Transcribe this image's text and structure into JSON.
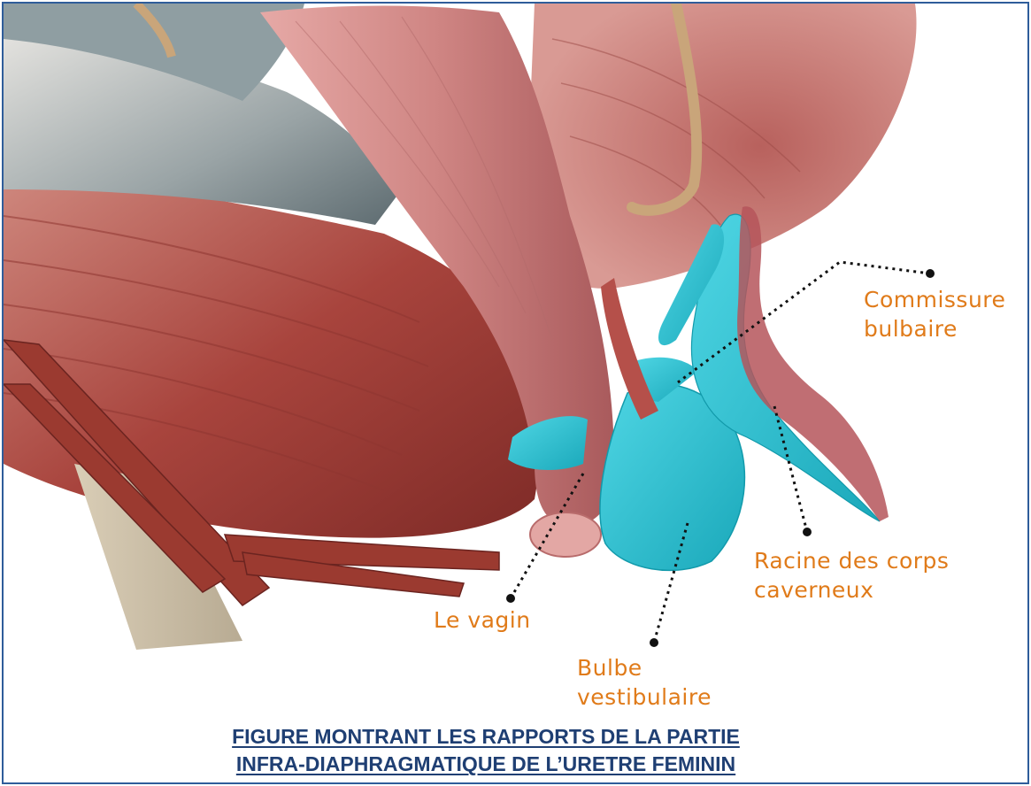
{
  "figure": {
    "labels": {
      "commissure_line1": "Commissure",
      "commissure_line2": "bulbaire",
      "racine_line1": "Racine des corps",
      "racine_line2": "caverneux",
      "vagin": "Le vagin",
      "bulbe_line1": "Bulbe",
      "bulbe_line2": "vestibulaire"
    },
    "caption": {
      "line1": "FIGURE MONTRANT LES RAPPORTS DE LA PARTIE",
      "line2": "INFRA-DIAPHRAGMATIQUE DE L’URETRE FEMININ"
    }
  },
  "colors": {
    "label": "#e07b1a",
    "caption": "#1f3f73",
    "frame": "#2f5d9a",
    "bulb": "#28c0d2",
    "muscle": "#b2504a"
  }
}
